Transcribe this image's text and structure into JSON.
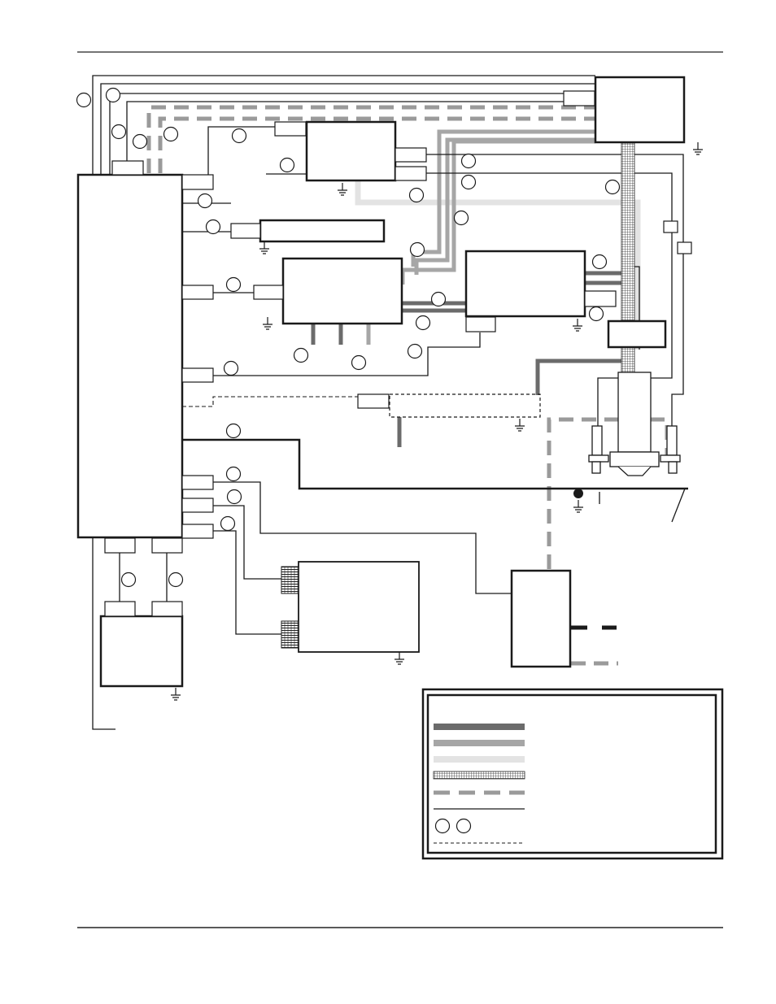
{
  "document": {
    "header_rule": true,
    "footer_rule": true
  },
  "diagram": {
    "kind": "cable-routing-block-diagram",
    "label_text": [],
    "unlabeled_components": [
      "main-controller-board",
      "top-right-module",
      "upper-center-module",
      "narrow-horizontal-module",
      "middle-left-module",
      "middle-right-module",
      "right-small-module",
      "dashed-outline-module",
      "lower-left-module",
      "bottom-center-module",
      "bottom-right-module",
      "monitor-mount-assembly"
    ],
    "callout_count": 33,
    "ground_symbol_count": 10
  },
  "legend": {
    "title": "",
    "entries": [
      {
        "style": "dark-gray-thick",
        "label": ""
      },
      {
        "style": "medium-gray-thick",
        "label": ""
      },
      {
        "style": "light-gray-thick",
        "label": ""
      },
      {
        "style": "hatched-ribbon",
        "label": ""
      },
      {
        "style": "gray-dashed-thick",
        "label": ""
      },
      {
        "style": "black-thin",
        "label": ""
      },
      {
        "style": "callout-circles",
        "label": ""
      },
      {
        "style": "black-dashed-thin",
        "label": ""
      }
    ]
  },
  "colors": {
    "black": "#1a1a1a",
    "dark_gray": "#6b6b6b",
    "medium_gray": "#a6a6a6",
    "light_gray": "#e3e3e3",
    "dashed_gray": "#9a9a9a"
  }
}
